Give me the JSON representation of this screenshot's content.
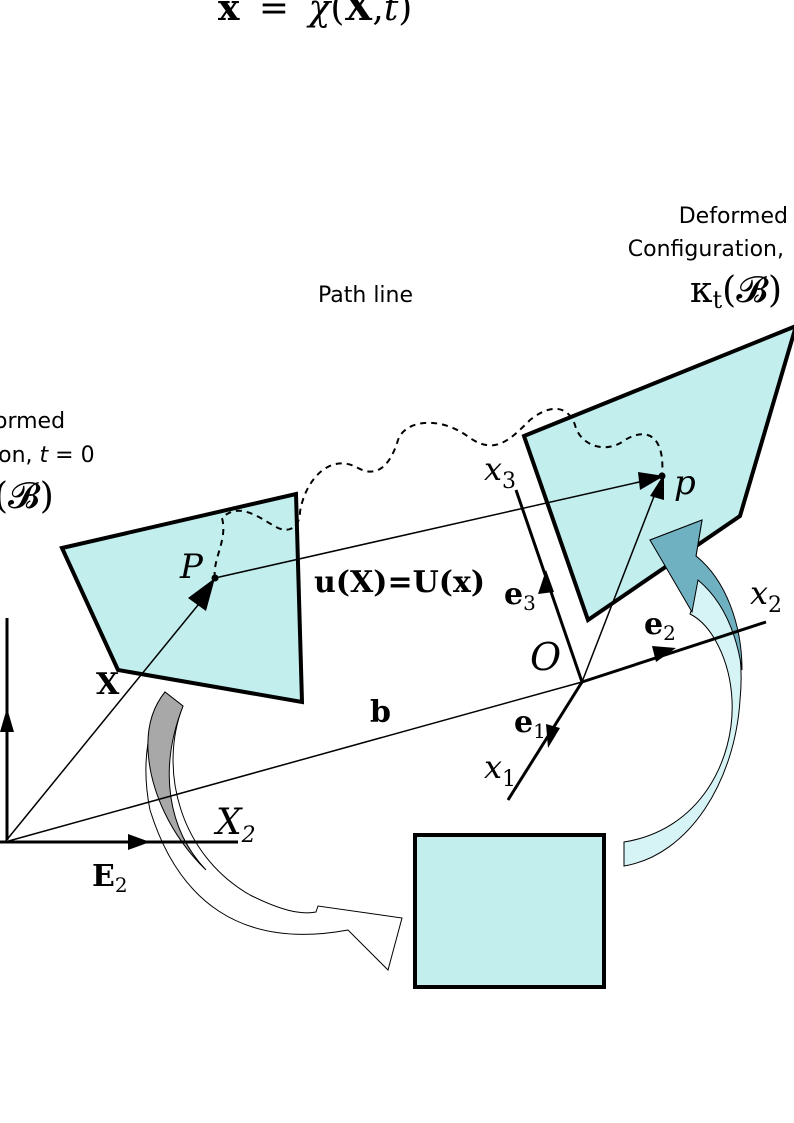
{
  "colors": {
    "plate_fill": "#c2eeee",
    "line": "#000000",
    "arrow_gray": "#a8a8a8",
    "arrow_blue": "#6fb1c0",
    "arrow_light": "#d6f3f6"
  },
  "equation": {
    "lhs": "x",
    "eq": "=",
    "chi": "χ",
    "open": "(",
    "X": "X",
    "comma": ",",
    "t": "t",
    "close": ")"
  },
  "path_line_label": "Path line",
  "deformed": {
    "line1": "Deformed",
    "line2": "Configuration,",
    "kappa": "κ",
    "sub": "t",
    "config": "(𝓑)"
  },
  "undeformed": {
    "line1": "ormed",
    "line2_a": "ion, ",
    "line2_t": "t",
    "line2_b": " = 0",
    "config": "(𝓑)"
  },
  "points": {
    "P": "P",
    "p": "p",
    "O": "O"
  },
  "displacement": "u(X)=U(x)",
  "vectors": {
    "X": "X",
    "b": "b"
  },
  "spatial_axes": {
    "x1": "x",
    "x1_sub": "1",
    "x2": "x",
    "x2_sub": "2",
    "x3": "x",
    "x3_sub": "3"
  },
  "spatial_basis": {
    "e1": "e",
    "e1_sub": "1",
    "e2": "e",
    "e2_sub": "2",
    "e3": "e",
    "e3_sub": "3"
  },
  "material_axes": {
    "X2": "X",
    "X2_sub": "2"
  },
  "material_basis": {
    "E2": "E",
    "E2_sub": "2"
  }
}
